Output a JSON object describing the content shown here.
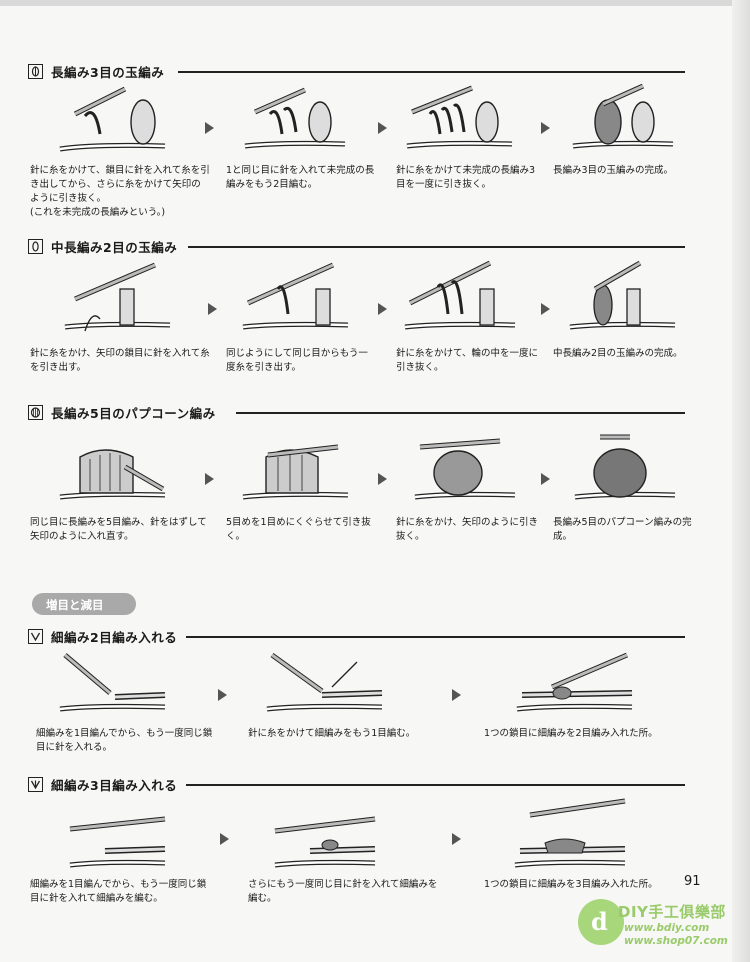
{
  "sections": [
    {
      "title": "長編み3目の玉編み",
      "steps": [
        "針に糸をかけて、鎖目に針を入れて糸を引き出してから、さらに糸をかけて矢印のように引き抜く。\n(これを未完成の長編みという。)",
        "1と同じ目に針を入れて未完成の長編みをもう2目編む。",
        "針に糸をかけて未完成の長編み3目を一度に引き抜く。",
        "長編み3目の玉編みの完成。"
      ]
    },
    {
      "title": "中長編み2目の玉編み",
      "steps": [
        "針に糸をかけ、矢印の鎖目に針を入れて糸を引き出す。",
        "同じようにして同じ目からもう一度糸を引き出す。",
        "針に糸をかけて、輪の中を一度に引き抜く。",
        "中長編み2目の玉編みの完成。"
      ]
    },
    {
      "title": "長編み5目のパプコーン編み",
      "steps": [
        "同じ目に長編みを5目編み、針をはずして矢印のように入れ直す。",
        "5目めを1目めにくぐらせて引き抜く。",
        "針に糸をかけ、矢印のように引き抜く。",
        "長編み5目のパプコーン編みの完成。"
      ]
    },
    {
      "title": "細編み2目編み入れる",
      "steps": [
        "細編みを1目編んでから、もう一度同じ鎖目に針を入れる。",
        "針に糸をかけて細編みをもう1目編む。",
        "1つの鎖目に細編みを2目編み入れた所。"
      ]
    },
    {
      "title": "細編み3目編み入れる",
      "steps": [
        "細編みを1目編んでから、もう一度同じ鎖目に針を入れて細編みを編む。",
        "さらにもう一度同じ目に針を入れて細編みを編む。",
        "1つの鎖目に細編みを3目編み入れた所。"
      ]
    }
  ],
  "category_label": "増目と減目",
  "page_number": "91",
  "watermark": {
    "title": "DIY手工俱樂部",
    "url1": "www.bdiy.com",
    "url2": "www.shop07.com"
  },
  "colors": {
    "ink": "#1a1a1a",
    "arrow": "#555555",
    "pill": "#a9a9a9",
    "logo": "#9acb6a"
  }
}
